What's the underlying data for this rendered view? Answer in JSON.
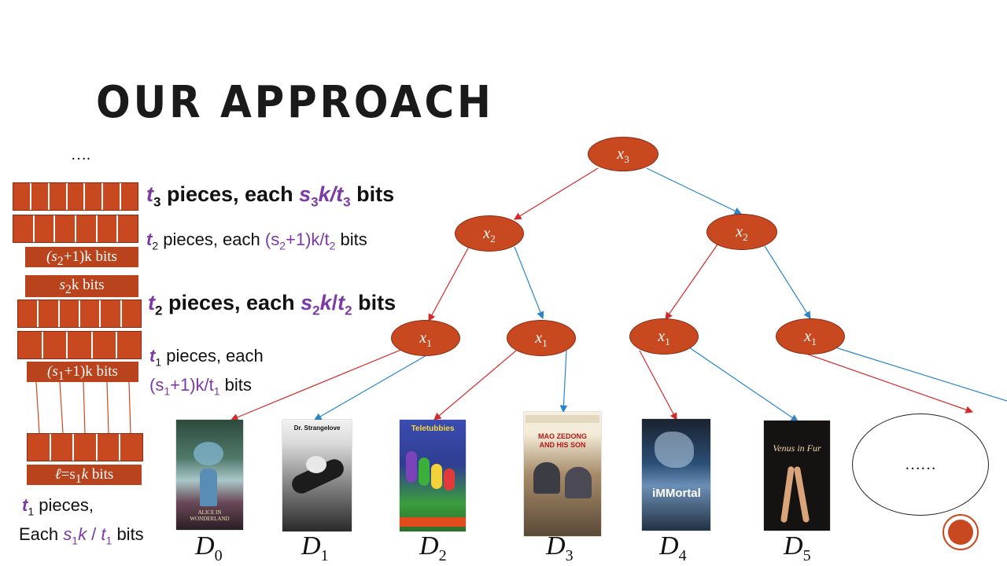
{
  "slide": {
    "title": "OUR APPROACH",
    "ellipsis_top": "….",
    "ellipsis_node": "……"
  },
  "left": {
    "line_t3_pre": " pieces, each ",
    "line_t3_s": "s",
    "line_t3_k": "k/",
    "line_t3_post": " bits",
    "line_t2plus_pre": " pieces, each ",
    "line_t2plus_s": "(s",
    "line_t2plus_k": "+1)k/t",
    "line_t2plus_post": " bits",
    "line_t2_pre": " pieces, each ",
    "line_t2_post": " bits",
    "line_t1_a": " pieces, each",
    "line_t1_b1": "(s",
    "line_t1_b2": "+1)k/t",
    "line_t1_b3": " bits",
    "bottom_a": " pieces,",
    "bottom_b": "Each ",
    "bottom_c": " bits",
    "box_s2plus": "+1)k bits",
    "box_s2": "k bits",
    "box_s1plus": "+1)k bits",
    "box_ell": "=s",
    "box_ell_tail": "k bits"
  },
  "tree": {
    "root": {
      "var": "x",
      "sub": "3"
    },
    "level2": [
      {
        "var": "x",
        "sub": "2"
      },
      {
        "var": "x",
        "sub": "2"
      }
    ],
    "level1": [
      {
        "var": "x",
        "sub": "1"
      },
      {
        "var": "x",
        "sub": "1"
      },
      {
        "var": "x",
        "sub": "1"
      },
      {
        "var": "x",
        "sub": "1"
      }
    ]
  },
  "documents": [
    {
      "label": "D",
      "sub": "0",
      "poster_text": "ALICE IN WONDERLAND"
    },
    {
      "label": "D",
      "sub": "1",
      "poster_text": "Dr. Strangelove"
    },
    {
      "label": "D",
      "sub": "2",
      "poster_text": "Teletubbies"
    },
    {
      "label": "D",
      "sub": "3",
      "poster_text": "MAO ZEDONG AND HIS SON"
    },
    {
      "label": "D",
      "sub": "4",
      "poster_text": "iMMortal"
    },
    {
      "label": "D",
      "sub": "5",
      "poster_text": "Venus in Fur"
    }
  ],
  "colors": {
    "accent": "#c8491f",
    "red_edge": "#d42a2a",
    "blue_edge": "#2a86c8",
    "purple": "#7b3aa6"
  }
}
